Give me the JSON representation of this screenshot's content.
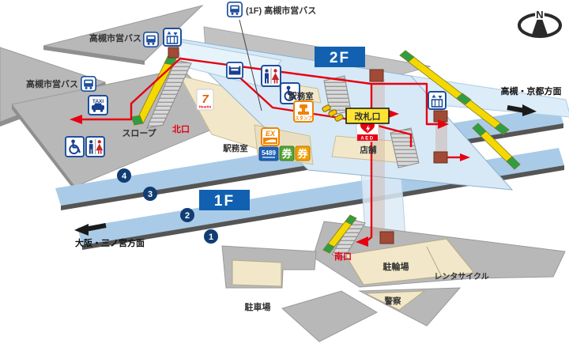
{
  "note": {
    "text": "(1F) 高槻市営バス"
  },
  "floors": {
    "f2": "2F",
    "f1": "1F"
  },
  "compass": {
    "n": "N"
  },
  "areas": {
    "bus1": "高槻市営バス",
    "bus2": "高槻市営バス",
    "slope": "スロープ",
    "north_exit": "北口",
    "south_exit": "南口",
    "office_2f": "駅務室",
    "office_1f": "駅務室",
    "gate": "改札口",
    "shops": "店舗",
    "bicycle": "駐輪場",
    "rental": "レンタサイクル",
    "police": "警察",
    "parking": "駐車場"
  },
  "directions": {
    "west": "大阪・三ノ宮方面",
    "east": "高槻・京都方面"
  },
  "platforms": [
    "4",
    "3",
    "2",
    "1"
  ],
  "icons": {
    "taxi": "TAXI",
    "aed": "AED",
    "ex": "EX",
    "md5489": "5489",
    "ticket_green": "券",
    "ticket_orange": "券",
    "stamp": "スタンプ",
    "seven": "7",
    "seven_sub": "Heartin"
  },
  "colors": {
    "route_red": "#e60012",
    "floor_badge_blue": "#1261b0",
    "platform_blue": "#a9cbe8",
    "gate_yellow": "#ffe433",
    "escalator_yellow": "#f5d800",
    "escalator_green": "#2e9e44",
    "plaza_gray": "#b8b8b8",
    "building_cream": "#f2e8c9"
  }
}
